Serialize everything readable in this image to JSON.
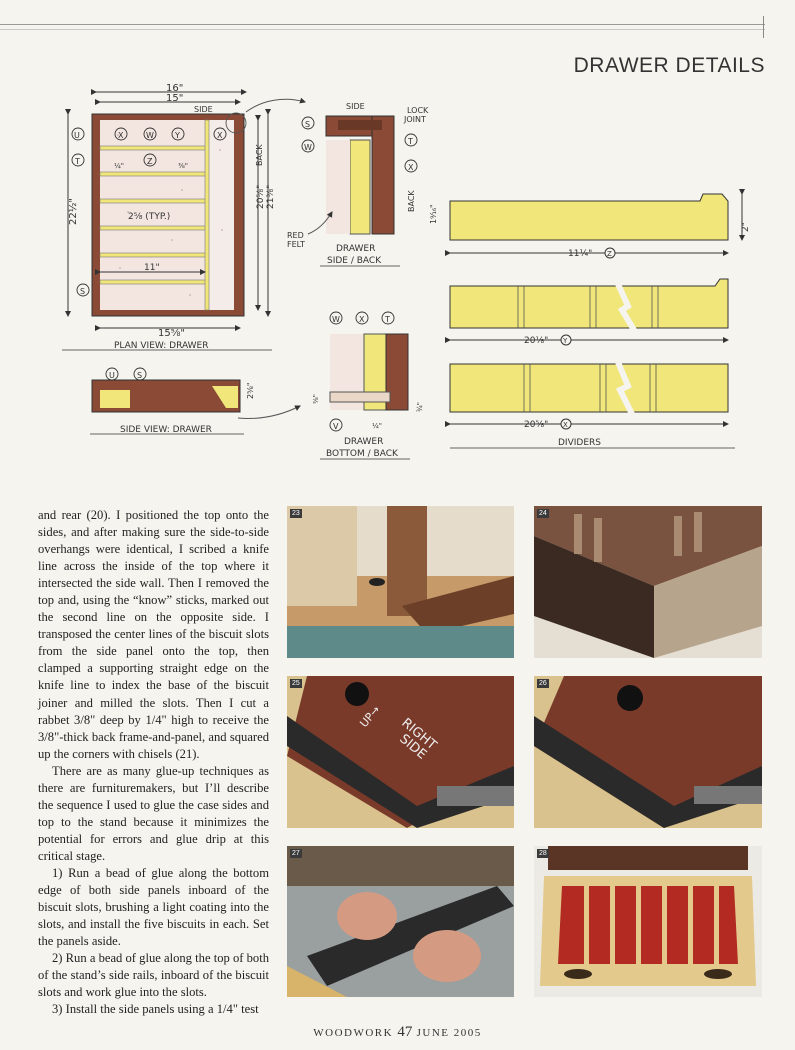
{
  "header": {
    "title": "DRAWER DETAILS"
  },
  "drawing": {
    "plan": {
      "dim_16": "16\"",
      "dim_15": "15\"",
      "side": "SIDE",
      "back": "BACK",
      "dim_22": "22½\"",
      "dim_20": "20⅝\"",
      "dim_21": "21⅜\"",
      "quarter": "¼\"",
      "three_eighths": "⅜\"",
      "typ": "2⅝ (TYP.)",
      "dim_11": "11\"",
      "dim_15_5_8": "15⅝\"",
      "caption": "PLAN VIEW: DRAWER"
    },
    "side_view": {
      "d": "2⅝\"",
      "caption": "SIDE VIEW: DRAWER"
    },
    "detail1": {
      "side": "SIDE",
      "lock1": "LOCK",
      "lock2": "JOINT",
      "back": "BACK",
      "felt1": "RED",
      "felt2": "FELT",
      "cap1": "DRAWER",
      "cap2": "SIDE / BACK"
    },
    "detail2": {
      "a": "⅜\"",
      "b": "¼\"",
      "c": "¾\"",
      "cap1": "DRAWER",
      "cap2": "BOTTOM / BACK"
    },
    "dividers": {
      "h1": "1⁹⁄₁₆\"",
      "h2": "2\"",
      "z": "11¼\"",
      "y": "20⅛\"",
      "x": "20⅝\"",
      "caption": "DIVIDERS"
    },
    "letters": {
      "u": "U",
      "t": "T",
      "s": "S",
      "x": "X",
      "w": "W",
      "y": "Y",
      "z": "Z",
      "v": "V"
    }
  },
  "body": {
    "p1": "and rear (20). I positioned the top onto the sides, and after making sure the side-to-side overhangs were identical, I scribed a knife line across the inside of the top where it intersected the side wall. Then I removed the top and, using the “know” sticks, marked out the second line on the opposite side. I transposed the center lines of the biscuit slots from the side panel onto the top, then clamped a supporting straight edge on the knife line to index the base of the biscuit joiner and milled the slots. Then I cut a rabbet 3/8\" deep by 1/4\" high to receive the 3/8\"-thick back frame-and-panel, and squared up the corners with chisels (21).",
    "p2": "There are as many glue-up techniques as there are furnituremakers, but I’ll describe the sequence I used to glue the case sides and top to the stand because it minimizes the potential for errors and glue drip at this critical stage.",
    "p3": "1) Run a bead of glue along the bottom edge of both side panels inboard of the biscuit slots, brushing a light coating into the slots, and install the five biscuits in each. Set the panels aside.",
    "p4": "2) Run a bead of glue along the top of both of the stand’s side rails, inboard of the biscuit slots and work glue into the slots.",
    "p5": "3) Install the side panels using a 1/4\" test"
  },
  "photos": [
    {
      "num": "23"
    },
    {
      "num": "24"
    },
    {
      "num": "25",
      "text1": "RIGHT",
      "text2": "SIDE",
      "text3": "UP→"
    },
    {
      "num": "26"
    },
    {
      "num": "27"
    },
    {
      "num": "28"
    }
  ],
  "footer": {
    "mag": "WOODWORK",
    "page": "47",
    "date": "JUNE 2005"
  },
  "colors": {
    "walnut": "#8a4a36",
    "maple": "#f0e67a",
    "felt": "#f3e6e1"
  }
}
